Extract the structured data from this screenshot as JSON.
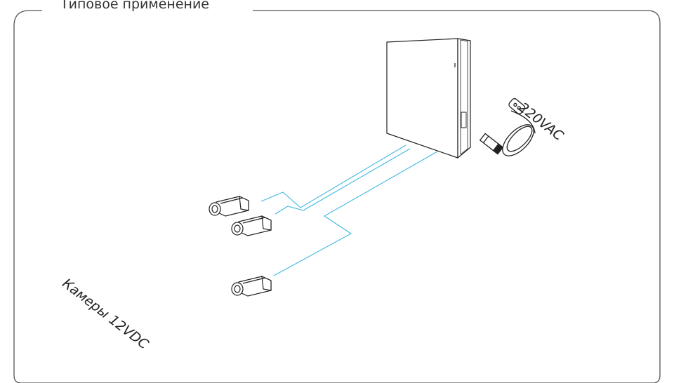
{
  "title": "Типовое применение",
  "labels": {
    "power": "220VAC",
    "cameras": "Камеры 12VDC"
  },
  "colors": {
    "frame": "#555555",
    "cable": "#3fb8e0",
    "line": "#222222"
  }
}
